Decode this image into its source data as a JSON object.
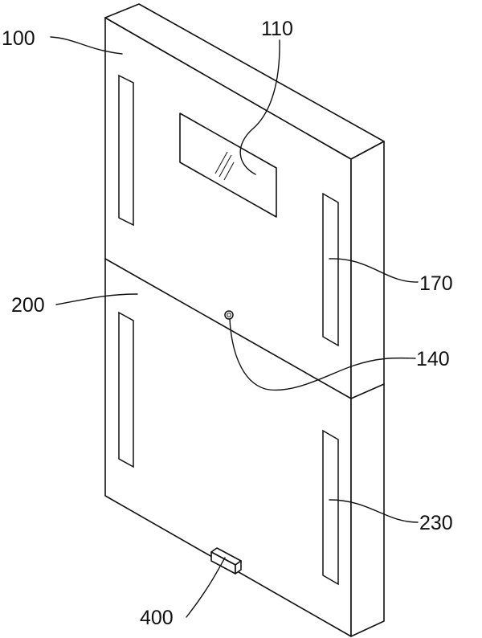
{
  "labels": {
    "door_panel": "100",
    "display_window": "110",
    "sensor_hole": "140",
    "upper_right_light": "170",
    "lower_panel": "200",
    "lower_right_light": "230",
    "connector": "400"
  }
}
